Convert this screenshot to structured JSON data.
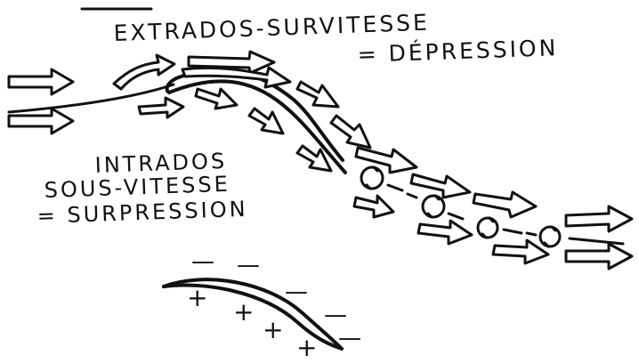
{
  "labels": {
    "extrados": "EXTRADOS-SURVITESSE",
    "depression": "= DÉPRESSION",
    "intrados": "INTRADOS",
    "sous_vitesse": "SOUS-VITESSE",
    "surpression": "= SURPRESSION"
  },
  "signs": {
    "minus": "—",
    "plus": "+"
  },
  "colors": {
    "ink": "#111111",
    "paper": "#ffffff"
  }
}
